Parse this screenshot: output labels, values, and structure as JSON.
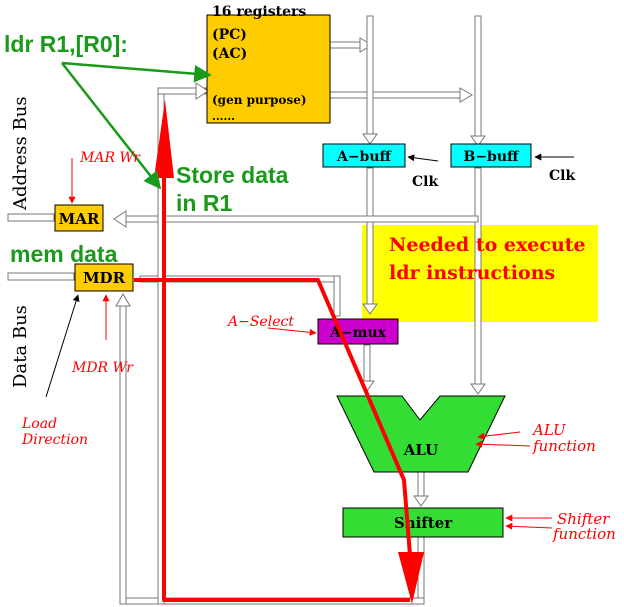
{
  "registers": {
    "title": "16 registers",
    "pc": "(PC)",
    "ac": "(AC)",
    "gen": "(gen purpose)",
    "dots": "......"
  },
  "instruction": "ldr R1,[R0]:",
  "store_note": {
    "line1": "Store data",
    "line2": "in R1"
  },
  "mem_data": "mem data",
  "note": {
    "line1": "Needed to execute",
    "line2": "ldr  instructions"
  },
  "a_buff": "A−buff",
  "b_buff": "B−buff",
  "clk": "Clk",
  "mar": "MAR",
  "mdr": "MDR",
  "address_bus": "Address Bus",
  "data_bus": "Data Bus",
  "mar_wr": "MAR Wr",
  "mdr_wr": "MDR Wr",
  "load_direction": {
    "line1": "Load",
    "line2": "Direction"
  },
  "a_select": "A−Select",
  "a_mux": "A−mux",
  "alu": "ALU",
  "alu_function": {
    "line1": "ALU",
    "line2": "function"
  },
  "shifter": "Shifter",
  "shifter_function": {
    "line1": "Shifter",
    "line2": "function"
  },
  "colors": {
    "register": "#ffcc00",
    "buffer": "#00ffff",
    "amux": "#cc00cc",
    "alu": "#33dd33",
    "note_bg": "#ffff00",
    "red": "#ff0000",
    "green": "#1a9a1a",
    "bus_grey": "#aaaaaa"
  }
}
